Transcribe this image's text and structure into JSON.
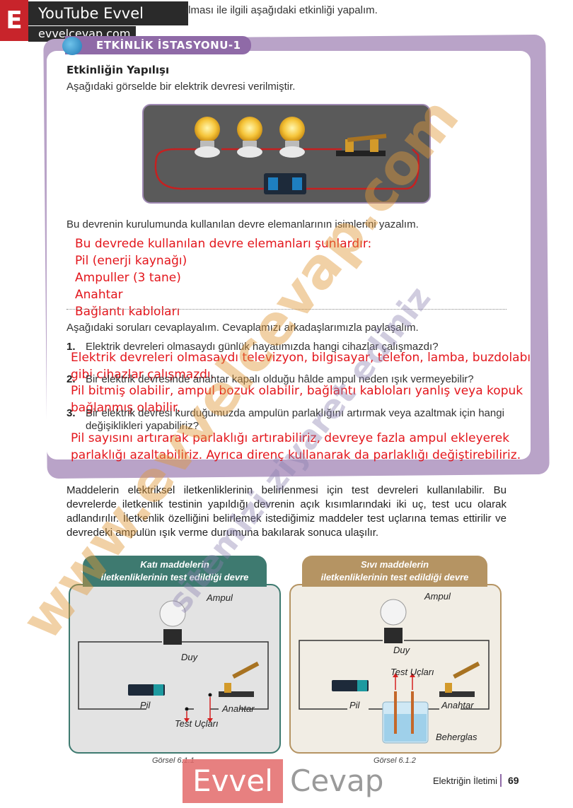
{
  "banner": {
    "badge": "E",
    "title": "YouTube Evvel Cevap",
    "url": "evvelcevap.com"
  },
  "intro_fragment": "ılması ile ilgili aşağıdaki etkinliği yapalım.",
  "station": {
    "badge": "ETKİNLİK İSTASYONU-1",
    "heading": "Etkinliğin Yapılışı",
    "text": "Aşağıdaki görselde bir elektrik devresi verilmiştir.",
    "question": "Bu devrenin kurulumunda kullanılan devre elemanlarının isimlerini yazalım.",
    "answers": [
      "Bu devrede kullanılan devre elemanları şunlardır:",
      "Pil (enerji kaynağı)",
      "Ampuller (3 tane)",
      "Anahtar",
      "Bağlantı kabloları"
    ],
    "intro2": "Aşağıdaki soruları cevaplayalım. Cevaplamızı arkadaşlarımızla paylaşalım.",
    "questions": [
      {
        "num": "1.",
        "text": "Elektrik devreleri olmasaydı günlük hayatımızda hangi cihazlar çalışmazdı?",
        "answer": "Elektrik devreleri olmasaydı televizyon, bilgisayar, telefon, lamba, buzdolabı gibi cihazlar çalışmazdı."
      },
      {
        "num": "2.",
        "text": "Bir elektrik devresinde anahtar kapalı olduğu hâlde ampul neden ışık vermeyebilir?",
        "answer": "Pil bitmiş olabilir, ampul bozuk olabilir, bağlantı kabloları yanlış veya kopuk bağlanmış olabilir."
      },
      {
        "num": "3.",
        "text": "Bir elektrik devresi kurduğumuzda ampulün parlaklığını artırmak veya azaltmak için hangi değişiklikleri yapabiliriz?",
        "answer": "Pil sayısını artırarak parlaklığı artırabiliriz, devreye fazla ampul ekleyerek parlaklığı azaltabiliriz. Ayrıca direnç kullanarak da parlaklığı değiştirebiliriz."
      }
    ]
  },
  "paragraph": "Maddelerin elektriksel iletkenliklerinin belirlenmesi için test devreleri kullanılabilir. Bu devrelerde iletkenlik testinin yapıldığı devrenin açık kısımlarındaki iki uç, test ucu olarak adlandırılır. İletkenlik özelliğini belirlemek istediğimiz maddeler test uçlarına temas ettirilir ve devredeki ampulün ışık verme durumuna bakılarak sonuca ulaşılır.",
  "diagrams": [
    {
      "title_line1": "Katı maddelerin",
      "title_line2": "iletkenliklerinin test edildiği devre",
      "labels": {
        "ampul": "Ampul",
        "duy": "Duy",
        "pil": "Pil",
        "anahtar": "Anahtar",
        "test": "Test Uçları"
      },
      "caption": "Görsel 6.1.1"
    },
    {
      "title_line1": "Sıvı maddelerin",
      "title_line2": "iletkenliklerinin test edildiği devre",
      "labels": {
        "ampul": "Ampul",
        "duy": "Duy",
        "pil": "Pil",
        "anahtar": "Anahtar",
        "test": "Test Uçları",
        "beher": "Beherglas"
      },
      "caption": "Görsel 6.1.2"
    }
  ],
  "footer": {
    "brand_left": "Evvel",
    "brand_right": "Cevap",
    "section": "Elektriğin İletimi",
    "page": "69"
  },
  "watermark": {
    "line1": "www.evvelcevap.com",
    "line2": "sitemizi ziyaret ediniz"
  },
  "colors": {
    "accent_purple": "#8f6aa7",
    "answer_red": "#e3161c",
    "left_diagram": "#3e7a70",
    "right_diagram": "#b59463"
  }
}
